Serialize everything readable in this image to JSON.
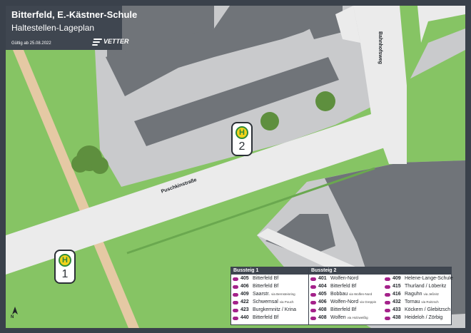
{
  "header": {
    "title": "Bitterfeld, E.-Kästner-Schule",
    "subtitle": "Haltestellen-Lageplan",
    "valid": "Gültig ab 25.08.2022",
    "logo_text": "VETTER"
  },
  "streets": {
    "puschkin": "Puschkinstraße",
    "bahnhof": "Bahnhofsweg"
  },
  "stops": [
    {
      "symbol": "H",
      "number": "2"
    },
    {
      "symbol": "H",
      "number": "1"
    }
  ],
  "north": "N",
  "colors": {
    "grass": "#86c464",
    "road": "#ebebeb",
    "building": "#707479",
    "frame": "#3f4650",
    "stop_sign": "#f2d31b",
    "stop_ring": "#2e8b3a",
    "line_pill": "#a4228a",
    "path": "#e5c9a4"
  },
  "legend": {
    "bay1": {
      "title": "Bussteig 1",
      "lines": [
        {
          "num": "405",
          "dest": "Bitterfeld Bf",
          "via": ""
        },
        {
          "num": "406",
          "dest": "Bitterfeld Bf",
          "via": ""
        },
        {
          "num": "409",
          "dest": "Saarstr.",
          "via": "via Bernsteinring"
        },
        {
          "num": "422",
          "dest": "Schwemsal",
          "via": "via Pouch"
        },
        {
          "num": "423",
          "dest": "Burgkemnitz / Krina",
          "via": ""
        },
        {
          "num": "440",
          "dest": "Bitterfeld Bf",
          "via": ""
        }
      ]
    },
    "bay2": {
      "title": "Bussteig 2",
      "lines_left": [
        {
          "num": "401",
          "dest": "Wolfen-Nord",
          "via": ""
        },
        {
          "num": "404",
          "dest": "Bitterfeld Bf",
          "via": ""
        },
        {
          "num": "405",
          "dest": "Bobbau",
          "via": "via Wolfen-Nord"
        },
        {
          "num": "406",
          "dest": "Wolfen-Nord",
          "via": "via Greppin"
        },
        {
          "num": "408",
          "dest": "Bitterfeld Bf",
          "via": ""
        },
        {
          "num": "408",
          "dest": "Wolfen",
          "via": "via Holzweißig"
        }
      ],
      "lines_right": [
        {
          "num": "409",
          "dest": "Helene-Lange-Schule",
          "via": ""
        },
        {
          "num": "415",
          "dest": "Thurland / Löberitz",
          "via": ""
        },
        {
          "num": "416",
          "dest": "Raguhn",
          "via": "via Jeßnitz"
        },
        {
          "num": "432",
          "dest": "Tornau",
          "via": "via Roitzsch"
        },
        {
          "num": "433",
          "dest": "Köckern / Glebitzsch",
          "via": ""
        },
        {
          "num": "438",
          "dest": "Heideloh / Zörbig",
          "via": ""
        }
      ]
    }
  }
}
